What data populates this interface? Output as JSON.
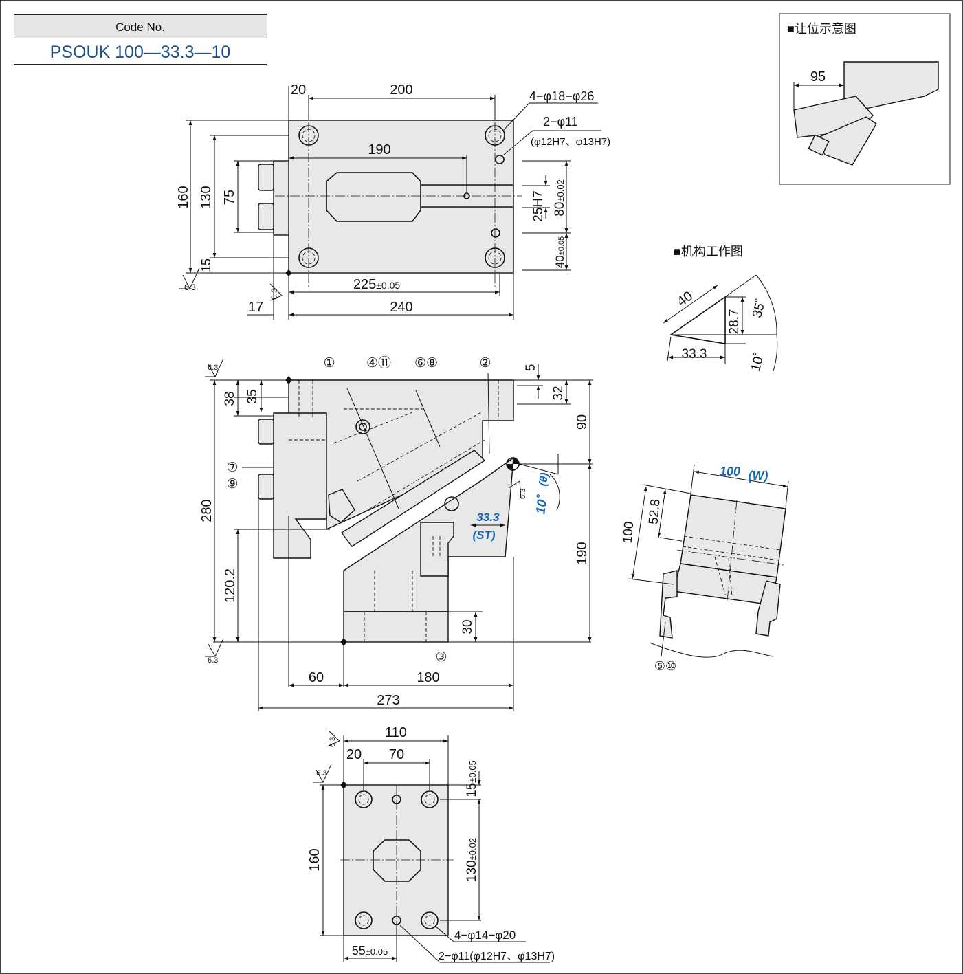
{
  "code": {
    "label": "Code No.",
    "value": "PSOUK 100—33.3—10"
  },
  "top_view": {
    "dims": {
      "d20": "20",
      "d200": "200",
      "d190": "190",
      "d160": "160",
      "d130": "130",
      "d75": "75",
      "d15": "15",
      "d17": "17",
      "d240": "240",
      "d225": "225",
      "tol005": "±0.05",
      "h25": "25H7",
      "h80": "80",
      "tol002": "±0.02",
      "h40": "40",
      "tol005b": "±0.05"
    },
    "holes_a": "4−φ18−φ26",
    "holes_b": "2−φ11",
    "holes_b_fit": "(φ12H7、φ13H7)",
    "roughness": "6.3"
  },
  "front_view": {
    "callouts": [
      "①",
      "④⑪",
      "⑥⑧",
      "②",
      "⑦",
      "⑨",
      "③"
    ],
    "dims": {
      "d38": "38",
      "d35": "35",
      "d5": "5",
      "d32": "32",
      "d90": "90",
      "d190": "190",
      "d280": "280",
      "d1202": "120.2",
      "d30": "30",
      "d60": "60",
      "d180": "180",
      "d273": "273"
    },
    "stroke": "33.3",
    "stroke_sym": "(ST)",
    "angle": "10˚",
    "angle_sym": "(θ)",
    "roughness": "6.3"
  },
  "bottom_view": {
    "dims": {
      "d110": "110",
      "d20": "20",
      "d70": "70",
      "d15": "15",
      "tol005": "±0.05",
      "d160": "160",
      "d130": "130",
      "tol002": "±0.02",
      "d55": "55",
      "tol005b": "±0.05"
    },
    "holes_a": "4−φ14−φ20",
    "holes_b": "2−φ11(φ12H7、φ13H7)",
    "roughness": "6.3"
  },
  "clearance": {
    "title": "■让位示意图",
    "dim": "95"
  },
  "mechanism": {
    "title": "■机构工作图",
    "d40": "40",
    "d287": "28.7",
    "d333": "33.3",
    "a35": "35˚",
    "a10": "10˚"
  },
  "iso_view": {
    "width": "100",
    "width_sym": "(W)",
    "d100": "100",
    "d528": "52.8",
    "callout": "⑤⑩"
  },
  "colors": {
    "accent": "#1566b8",
    "code_text": "#1a4f8a",
    "part_fill": "#e8e8e8"
  }
}
